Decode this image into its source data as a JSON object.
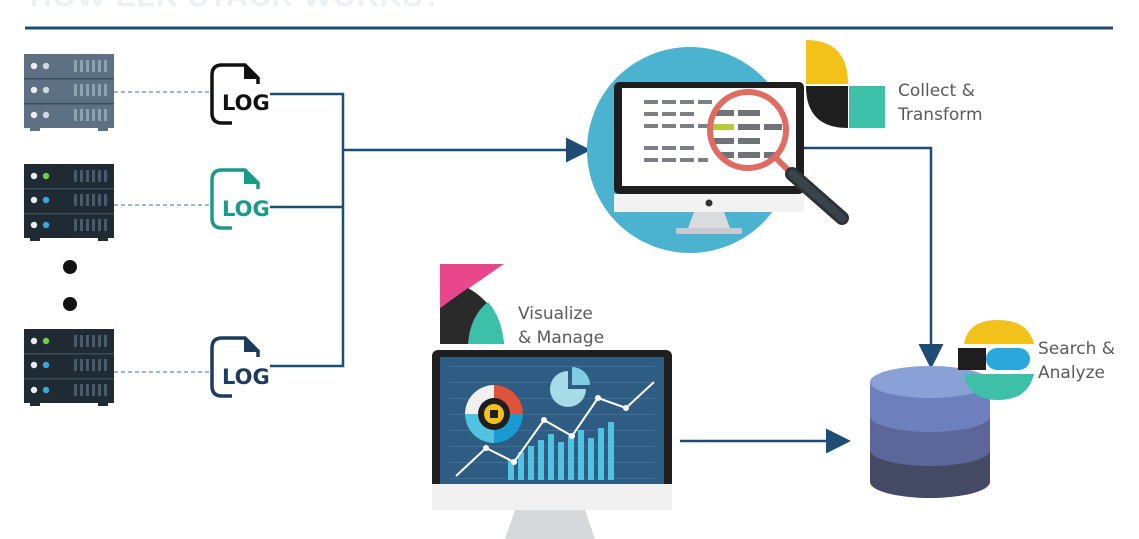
{
  "diagram": {
    "title": "HOW ELK STACK WORKS?",
    "log_label": "LOG",
    "logstash": {
      "line1": "Collect &",
      "line2": "Transform"
    },
    "kibana": {
      "line1": "Visualize",
      "line2": "& Manage"
    },
    "elasticsearch": {
      "line1": "Search &",
      "line2": "Analyze"
    }
  },
  "colors": {
    "header_rule": "#1d4d72",
    "connector": "#1d4d72",
    "server_light": "#5e7182",
    "server_dark": "#1f2a33",
    "log_black": "#111111",
    "log_teal": "#1a9a8a",
    "log_navy": "#1d3a5f",
    "logstash_circle": "#4bb3d0",
    "elastic_yellow": "#f2c21a",
    "elastic_blue": "#2aa8dc",
    "elastic_teal": "#3ebfa8",
    "kibana_pink": "#e8478b",
    "kibana_teal": "#3ebfa8",
    "db_top": "#7c95cf",
    "db_mid": "#5c6699",
    "db_bottom": "#444a63"
  },
  "icons": [
    "server-icon",
    "log-file-icon",
    "magnifier-icon",
    "monitor-icon",
    "database-icon",
    "logstash-logo",
    "kibana-logo",
    "elasticsearch-logo"
  ]
}
